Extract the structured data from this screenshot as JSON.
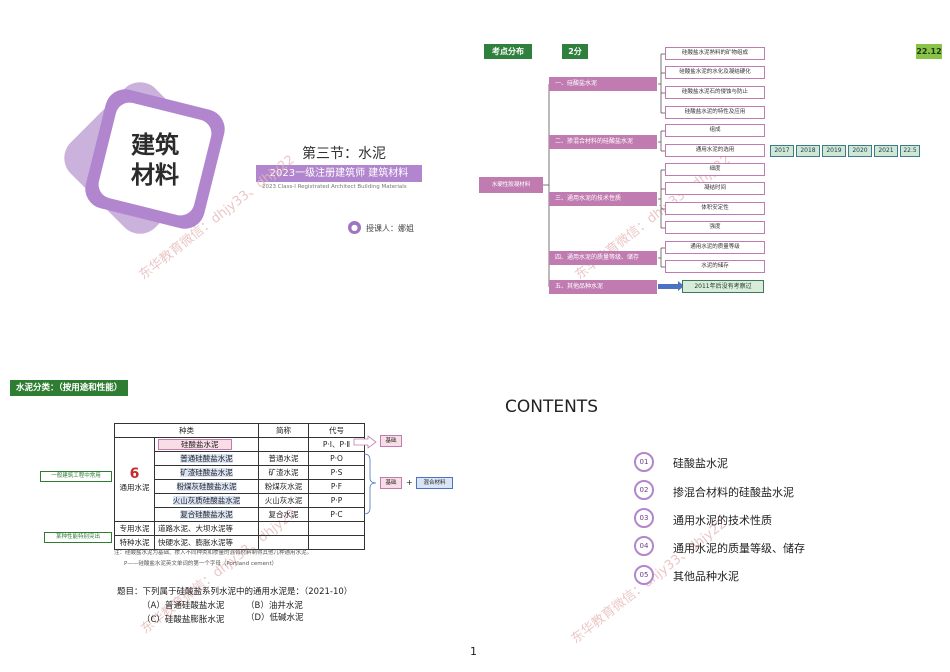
{
  "slide1": {
    "cover_title": "建筑\n材料",
    "section": "第三节：水泥",
    "subtitle": "2023一级注册建筑师  建筑材料",
    "subtitle_en": "2023 Class-I Registrated Architect Building Materials",
    "lecturer": "授课人：娜姐",
    "watermark": "东华教育微信：dhjy33、dhjy22"
  },
  "slide2": {
    "tag_left": "考点分布",
    "tag_mid": "2分",
    "tag_right": "22.12",
    "root": "水硬性胶凝材料",
    "branches": [
      "一、硅酸盐水泥",
      "二、掺混合材料的硅酸盐水泥",
      "三、通用水泥的技术性质",
      "四、通用水泥的质量等级、储存",
      "五、其他品种水泥"
    ],
    "leaves": [
      "硅酸盐水泥熟料的矿物组成",
      "硅酸盐水泥的水化及凝结硬化",
      "硅酸盐水泥石的侵蚀与防止",
      "硅酸盐水泥的特性及应用",
      "组成",
      "通用水泥的选用",
      "细度",
      "凝结时间",
      "体积安定性",
      "强度",
      "通用水泥的质量等级",
      "水泥的储存"
    ],
    "years": [
      "2017",
      "2018",
      "2019",
      "2020",
      "2021",
      "22.5"
    ],
    "note": "2011年后没有考察过"
  },
  "slide3": {
    "header": "水泥分类：（按用途和性能）",
    "table": {
      "h_kind": "种类",
      "h_short": "简称",
      "h_code": "代号",
      "six": "6",
      "general": "通用水泥",
      "rows": [
        {
          "name": "硅酸盐水泥",
          "short": "",
          "code": "P·Ⅰ、P·Ⅱ"
        },
        {
          "name": "普通硅酸盐水泥",
          "short": "普通水泥",
          "code": "P·O"
        },
        {
          "name": "矿渣硅酸盐水泥",
          "short": "矿渣水泥",
          "code": "P·S"
        },
        {
          "name": "粉煤灰硅酸盐水泥",
          "short": "粉煤灰水泥",
          "code": "P·F"
        },
        {
          "name": "火山灰质硅酸盐水泥",
          "short": "火山灰水泥",
          "code": "P·P"
        },
        {
          "name": "复合硅酸盐水泥",
          "short": "复合水泥",
          "code": "P·C"
        }
      ],
      "special_use": "专用水泥",
      "special_use_eg": "道路水泥、大坝水泥等",
      "special_prop": "特种水泥",
      "special_prop_eg": "快硬水泥、膨胀水泥等"
    },
    "tag_general": "一般建筑工程中常用",
    "tag_special": "某种性能特别突出",
    "base": "基础",
    "plus": "+",
    "mixed": "混合材料",
    "note1": "注：硅酸盐水泥为基础、掺入不同种类和掺量的混合材料制得其他几种通用水泥。",
    "note2": "P——硅酸盐水泥英文单词的第一个字母（Portland cement）",
    "question": "题目：下列属于硅酸盐系列水泥中的通用水泥是：（2021-10）",
    "opt_a": "（A）普通硅酸盐水泥",
    "opt_b": "（B）油井水泥",
    "opt_c": "（C）硅酸盐膨胀水泥",
    "opt_d": "（D）低碱水泥"
  },
  "slide4": {
    "title": "CONTENTS",
    "items": [
      {
        "num": "01",
        "label": "硅酸盐水泥"
      },
      {
        "num": "02",
        "label": "掺混合材料的硅酸盐水泥"
      },
      {
        "num": "03",
        "label": "通用水泥的技术性质"
      },
      {
        "num": "04",
        "label": "通用水泥的质量等级、储存"
      },
      {
        "num": "05",
        "label": "其他品种水泥"
      }
    ],
    "page": "1"
  }
}
